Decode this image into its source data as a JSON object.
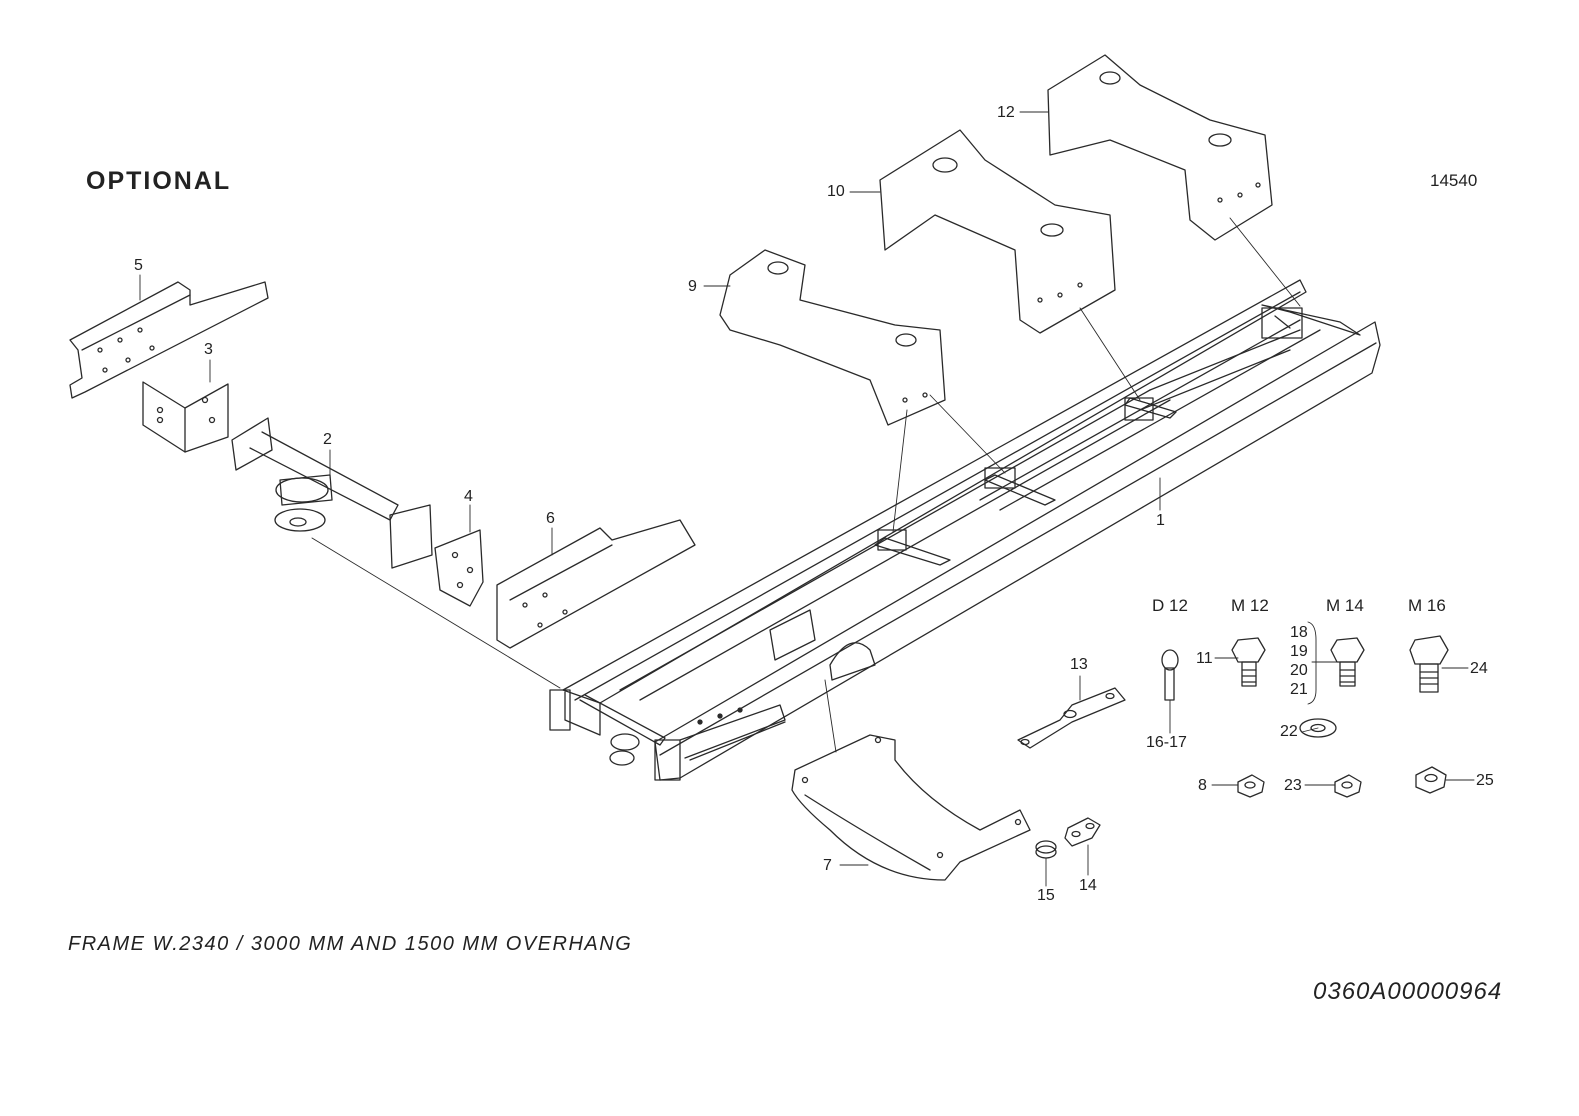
{
  "optional_label": "OPTIONAL",
  "drawing_id": "14540",
  "caption": "FRAME W.2340 / 3000 MM AND 1500 MM OVERHANG",
  "part_number": "0360A00000964",
  "hardware_headers": {
    "d12": "D 12",
    "m12": "M 12",
    "m14": "M 14",
    "m16": "M 16"
  },
  "callouts": {
    "c1": "1",
    "c2": "2",
    "c3": "3",
    "c4": "4",
    "c5": "5",
    "c6": "6",
    "c7": "7",
    "c8": "8",
    "c9": "9",
    "c10": "10",
    "c11": "11",
    "c12": "12",
    "c13": "13",
    "c14": "14",
    "c15": "15",
    "c16_17": "16-17",
    "c18": "18",
    "c19": "19",
    "c20": "20",
    "c21": "21",
    "c22": "22",
    "c23": "23",
    "c24": "24",
    "c25": "25"
  }
}
